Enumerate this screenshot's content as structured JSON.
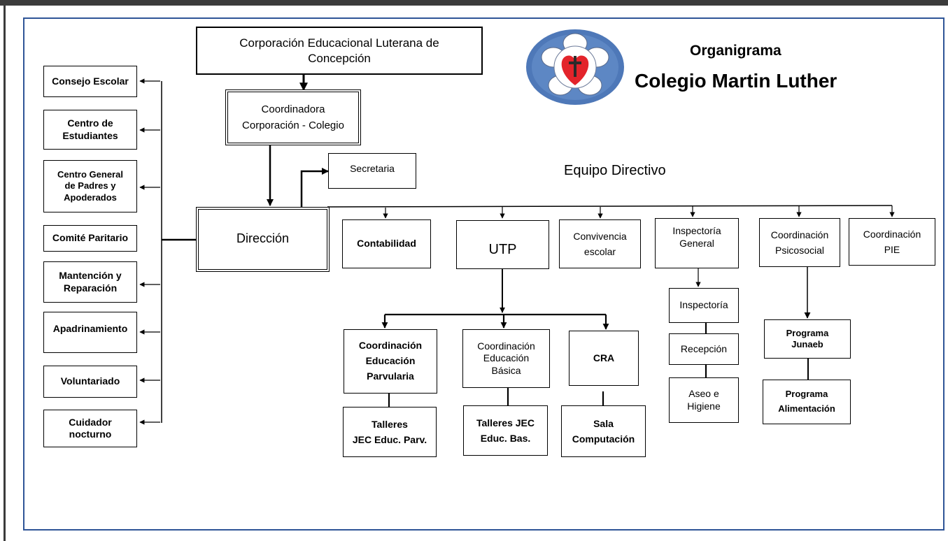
{
  "header": {
    "title": "Organigrama",
    "subtitle": "Colegio Martin Luther",
    "team_label": "Equipo Directivo"
  },
  "top": {
    "corporacion": "Corporación Educacional Luterana de\nConcepción",
    "coordinadora": "Coordinadora\nCorporación - Colegio",
    "secretaria": "Secretaria",
    "direccion": "Dirección"
  },
  "left_units": [
    "Consejo Escolar",
    "Centro de\nEstudiantes",
    "Centro General\nde Padres y\nApoderados",
    "Comité Paritario",
    "Mantención y\nReparación",
    "Apadrinamiento",
    "Voluntariado",
    "Cuidador\nnocturno"
  ],
  "equipo_directivo": {
    "contabilidad": "Contabilidad",
    "utp": "UTP",
    "convivencia": "Convivencia\nescolar",
    "inspectoria_general": "Inspectoría\nGeneral",
    "coord_psicosocial": "Coordinación\nPsicosocial",
    "coord_pie": "Coordinación\nPIE"
  },
  "utp_branch": {
    "parvularia": "Coordinación\nEducación\nParvularia",
    "basica": "Coordinación\nEducación\nBásica",
    "cra": "CRA",
    "talleres_parv": "Talleres\nJEC Educ. Parv.",
    "talleres_bas": "Talleres JEC\nEduc. Bas.",
    "sala_comp": "Sala\nComputación"
  },
  "inspectoria_branch": {
    "inspectoria": "Inspectoría",
    "recepcion": "Recepción",
    "aseo": "Aseo e\nHigiene"
  },
  "psicosocial_branch": {
    "junaeb": "Programa\nJunaeb",
    "alimentacion": "Programa\nAlimentación"
  },
  "colors": {
    "frame": "#2f5597",
    "seal_blue": "#4e78b8",
    "heart": "#e3242b"
  }
}
